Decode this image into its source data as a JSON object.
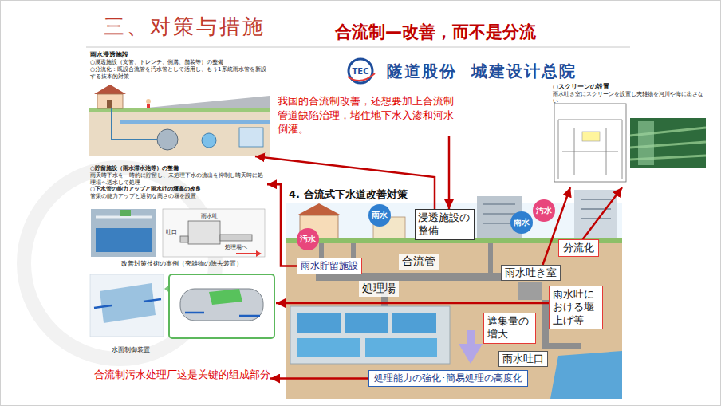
{
  "diagram": {
    "title": "三、对策与措施",
    "nodes": [
      {
        "text": [
          "雨水浸透施設",
          "○浸透施設（支管、トレンチ、側溝、舗装等）の整備",
          "○分流化：既設合流管を汚水管として活用し、もう1系統雨水管を新設する抜本的対策"
        ]
      },
      {
        "text": [
          "我国的合流制改善，还想要加上合流制管道缺陷治理，堵住地下水入渗和河水倒灌。"
        ]
      },
      {
        "text": [
          "○スクリーンの設置",
          "雨水吐き室にスクリーンを設置し夾雑物を河川や海に出さない"
        ]
      },
      {
        "text": [
          "○貯留施設（雨水滞水池等）の整備",
          "雨天時下水を一時的に貯留し、未処理下水の流出を抑制し晴天時に処理場へ送水して処理",
          "○下水管の能力アップと雨水吐の堰高の改良",
          "管渠の能力アップと適切な高さの堰を設置"
        ]
      },
      {
        "text": [
          "4. 合流式下水道改善対策"
        ]
      },
      {
        "text": [
          "浸透施設の整備"
        ],
        "in": 4
      },
      {
        "text": [
          "雨水"
        ],
        "in": 4
      },
      {
        "text": [
          "汚水"
        ],
        "in": 4
      },
      {
        "text": [
          "雨水"
        ],
        "in": 4
      },
      {
        "text": [
          "汚水"
        ],
        "in": 4
      },
      {
        "text": [
          "合流管"
        ],
        "in": 4
      },
      {
        "text": [
          "分流化"
        ],
        "in": 4
      },
      {
        "text": [
          "雨水貯留施設"
        ],
        "in": 4
      },
      {
        "text": [
          "雨水吐き室"
        ],
        "in": 4
      },
      {
        "text": [
          "処理場"
        ],
        "in": 4
      },
      {
        "text": [
          "雨水吐における堰上げ等"
        ],
        "in": 4
      },
      {
        "text": [
          "遮集量の増大"
        ],
        "in": 4
      },
      {
        "text": [
          "雨水吐口"
        ],
        "in": 4
      },
      {
        "text": [
          "処理能力の強化･簡易処理の高度化"
        ],
        "in": 4
      },
      {
        "text": [
          "改善対策技術の事例（夾雑物の除去装置）",
          "水面制御装置"
        ]
      },
      {
        "text": [
          "合流制污水处理厂这是关键的组成部分"
        ]
      }
    ],
    "edges": [
      {
        "from": 5,
        "to": 0,
        "arrow": "to"
      },
      {
        "from": 1,
        "to": 5,
        "arrow": "to"
      },
      {
        "from": 13,
        "to": 2,
        "arrow": "to"
      },
      {
        "from": 11,
        "to": 2,
        "arrow": "to"
      },
      {
        "from": 12,
        "to": 3,
        "arrow": "to"
      },
      {
        "from": 15,
        "to": 19,
        "arrow": "to"
      },
      {
        "from": 18,
        "to": 20,
        "arrow": "to"
      }
    ],
    "labels": [
      "合流制—改善，而不是分流",
      "TEC",
      "隧道股份  城建设计总院",
      "雨水吐",
      "吐口",
      "処理場へ"
    ]
  }
}
